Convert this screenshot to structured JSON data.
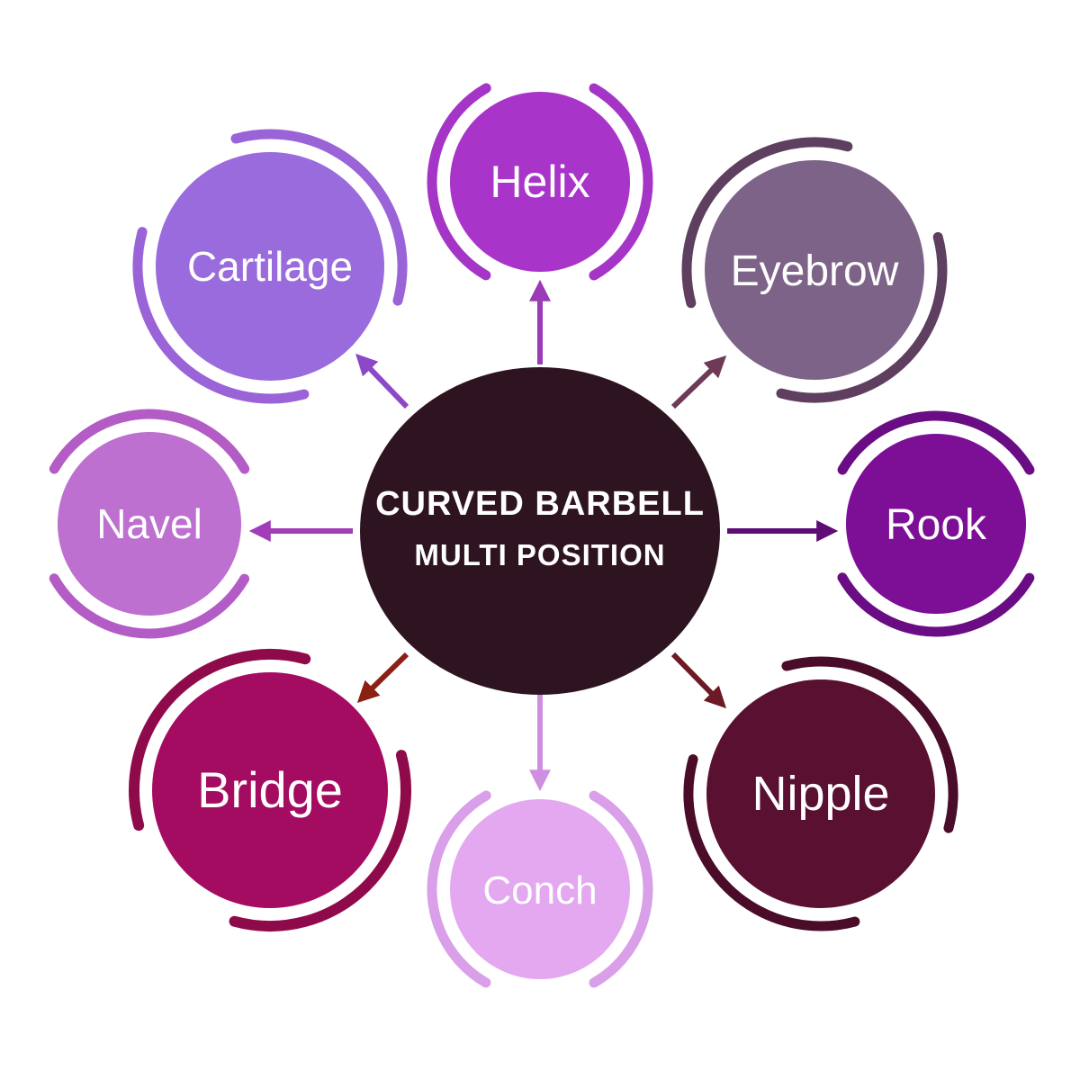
{
  "center": {
    "label_line1": "CURVED BARBELL",
    "label_line2": "MULTI POSITION",
    "color": "#2d1420",
    "text_color": "#ffffff"
  },
  "nodes": [
    {
      "id": "helix",
      "label": "Helix",
      "position": "top",
      "color": "#a834c9",
      "arc_color": "#a435c6",
      "arrow_color": "#9b3bb8"
    },
    {
      "id": "eyebrow",
      "label": "Eyebrow",
      "position": "top-right",
      "color": "#7d6387",
      "arc_color": "#5e3f60",
      "arrow_color": "#6e3a57"
    },
    {
      "id": "rook",
      "label": "Rook",
      "position": "right",
      "color": "#7c0f96",
      "arc_color": "#6a0d85",
      "arrow_color": "#5e0d76"
    },
    {
      "id": "nipple",
      "label": "Nipple",
      "position": "bottom-right",
      "color": "#5a1031",
      "arc_color": "#4a0c28",
      "arrow_color": "#6d1a26"
    },
    {
      "id": "conch",
      "label": "Conch",
      "position": "bottom",
      "color": "#e3a8ef",
      "arc_color": "#d99fe8",
      "arrow_color": "#cf8fe0"
    },
    {
      "id": "bridge",
      "label": "Bridge",
      "position": "bottom-left",
      "color": "#a40c61",
      "arc_color": "#8f0a4a",
      "arrow_color": "#8b2015"
    },
    {
      "id": "navel",
      "label": "Navel",
      "position": "left",
      "color": "#bd70cf",
      "arc_color": "#b35cc6",
      "arrow_color": "#a23cb8"
    },
    {
      "id": "cartilage",
      "label": "Cartilage",
      "position": "top-left",
      "color": "#9a6bdd",
      "arc_color": "#9a63d8",
      "arrow_color": "#8d48c8"
    }
  ]
}
